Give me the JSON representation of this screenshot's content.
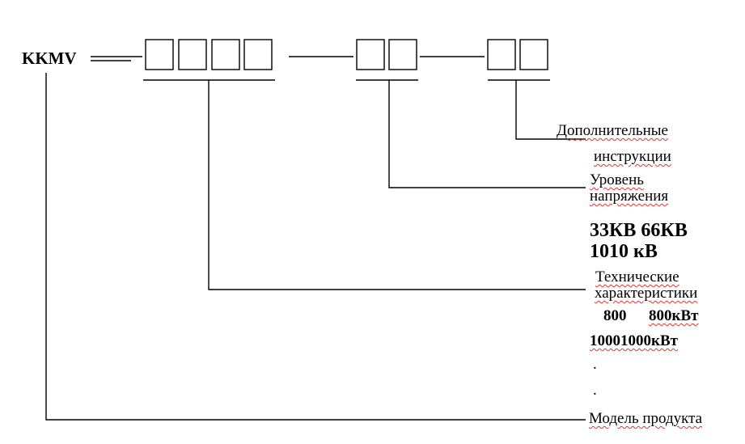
{
  "colors": {
    "line": "#000000",
    "background": "#ffffff",
    "spellcheck": "#dd3333"
  },
  "code": {
    "prefix": "KKMV"
  },
  "labels": {
    "additional_line1": "Дополнительные",
    "additional_line2": "инструкции",
    "voltage_line1": "Уровень",
    "voltage_line2": "напряжения",
    "voltage_values_line1": "33КВ 66КВ",
    "voltage_values_line2": "1010 кВ",
    "tech_line1": "Технические",
    "tech_line2": "характеристики",
    "tech_values_line1a": "800",
    "tech_values_line1b": "800кВт",
    "tech_values_line2": "10001000кВт",
    "dot1": ".",
    "dot2": ".",
    "model": "Модель продукта"
  }
}
